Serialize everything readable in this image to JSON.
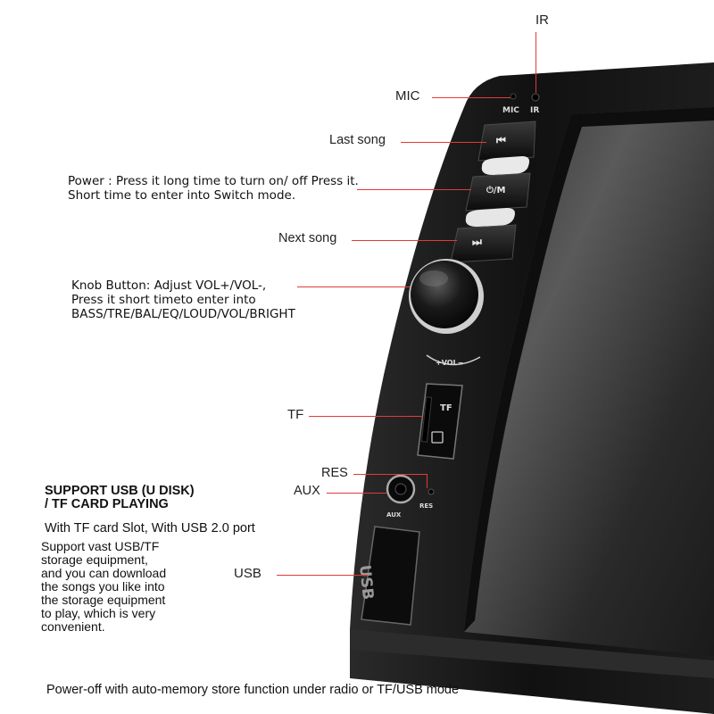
{
  "labels": {
    "ir": "IR",
    "mic": "MIC",
    "last_song": "Last song",
    "power_line1": "Power : Press it long time to turn on/ off Press it.",
    "power_line2": "Short time to enter into Switch mode.",
    "next_song": "Next song",
    "knob_line1": "Knob Button: Adjust VOL+/VOL-,",
    "knob_line2": "Press it short timeto enter into",
    "knob_line3": "BASS/TRE/BAL/EQ/LOUD/VOL/BRIGHT",
    "tf": "TF",
    "res": "RES",
    "aux": "AUX",
    "usb": "USB"
  },
  "device": {
    "mic_mark": "MIC",
    "ir_mark": "IR",
    "prev_icon": "⏮",
    "power_mark": "⏻/M",
    "next_icon": "⏭",
    "vol_mark": "+VOL−",
    "tf_mark": "TF",
    "aux_mark": "AUX",
    "res_mark": "RES",
    "usb_mark": "USB"
  },
  "support": {
    "heading_line1": "SUPPORT USB (U DISK)",
    "heading_line2": "/ TF CARD PLAYING",
    "sub": "With TF card Slot, With USB 2.0 port",
    "body": [
      "Support vast USB/TF",
      "storage equipment,",
      "and you can download",
      "the songs you like into",
      "the storage equipment",
      "to play, which is very",
      "convenient."
    ]
  },
  "footer": "Power-off with auto-memory store function under radio or TF/USB mode",
  "colors": {
    "leader": "#e23a3a",
    "device": "#141414",
    "screen": "#3a3a3a"
  }
}
